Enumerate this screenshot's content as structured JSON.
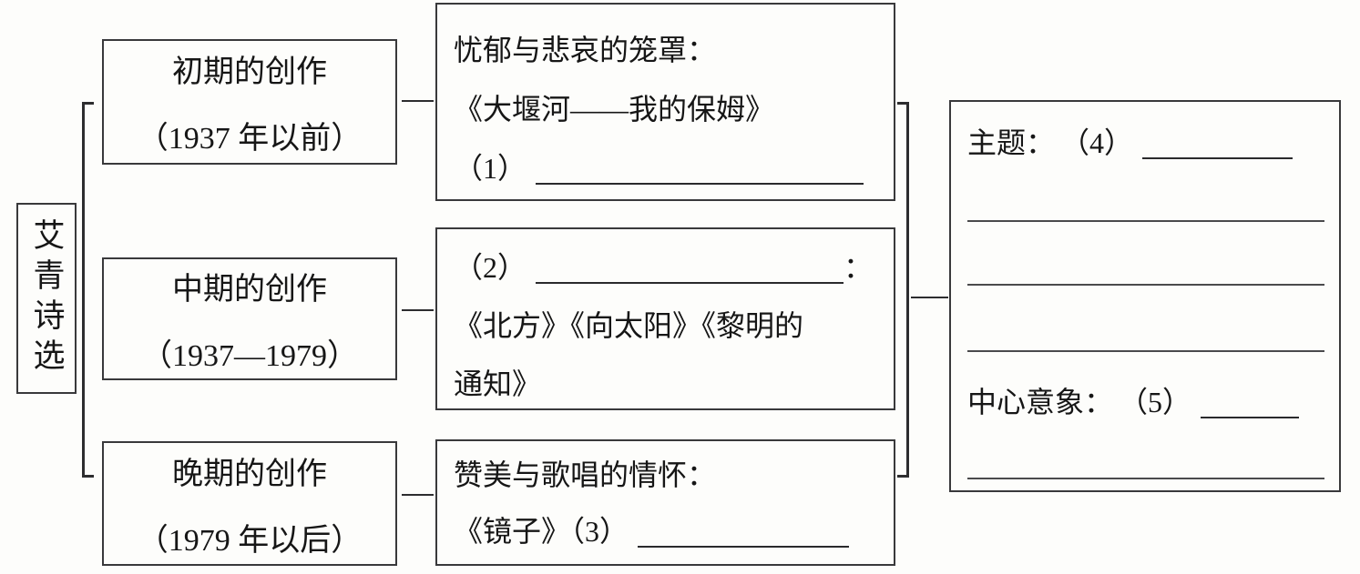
{
  "root": {
    "title": "艾青诗选"
  },
  "periods": [
    {
      "line1": "初期的创作",
      "line2": "（1937 年以前）"
    },
    {
      "line1": "中期的创作",
      "line2": "（1937—1979）"
    },
    {
      "line1": "晚期的创作",
      "line2": "（1979 年以后）"
    }
  ],
  "details": {
    "early": {
      "heading": "忧郁与悲哀的笼罩：",
      "work": "《大堰河——我的保姆》",
      "blank_no": "（1）"
    },
    "middle": {
      "blank_no": "（2）",
      "colon": "：",
      "works_line1": "《北方》《向太阳》《黎明的",
      "works_line2": "通知》"
    },
    "late": {
      "heading": "赞美与歌唱的情怀：",
      "work": "《镜子》",
      "blank_no": "（3）"
    }
  },
  "summary": {
    "theme_label": "主题：",
    "theme_no": "（4）",
    "image_label": "中心意象：",
    "image_no": "（5）"
  }
}
